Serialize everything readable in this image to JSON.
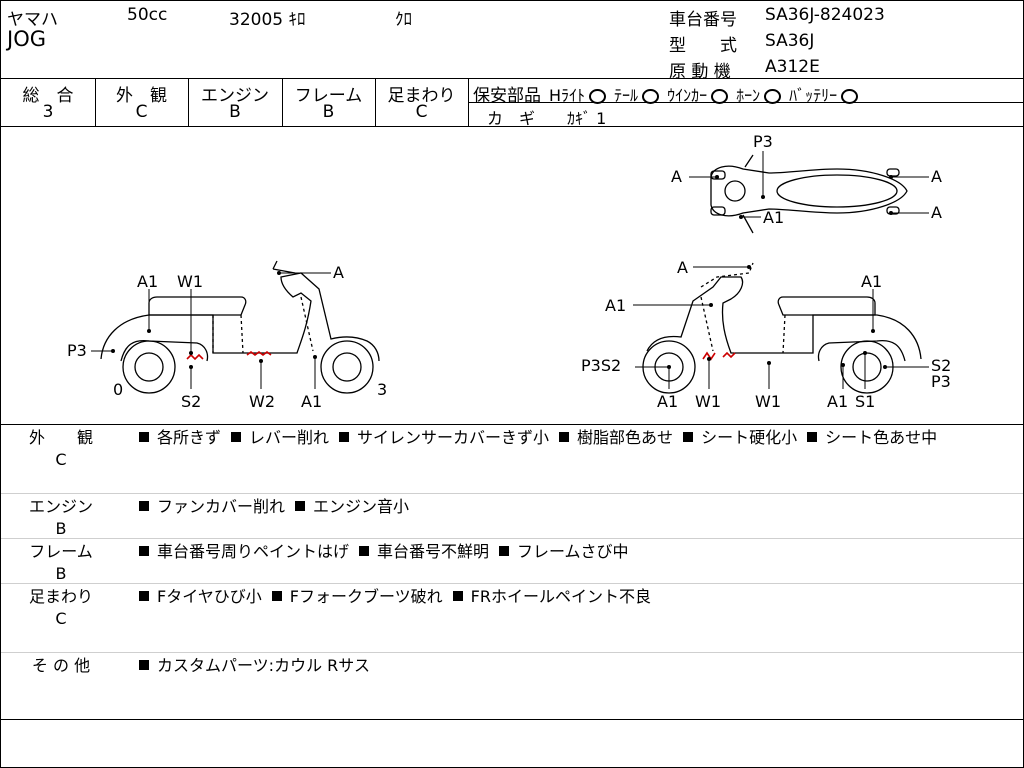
{
  "header": {
    "maker": "ヤマハ",
    "displacement": "50cc",
    "mileage": "32005 ｷﾛ",
    "color": "ｸﾛ",
    "model_name": "JOG",
    "frame_number_label": "車台番号",
    "frame_number": "SA36J-824023",
    "type_label": "型　　式",
    "type_value": "SA36J",
    "engine_label": "原 動 機",
    "engine_value": "A312E"
  },
  "grades": [
    {
      "label": "総　合",
      "value": "3"
    },
    {
      "label": "外　観",
      "value": "C"
    },
    {
      "label": "エンジン",
      "value": "B"
    },
    {
      "label": "フレーム",
      "value": "B"
    },
    {
      "label": "足まわり",
      "value": "C"
    }
  ],
  "safety": {
    "title": "保安部品",
    "items": [
      {
        "label": "Hﾗｲﾄ"
      },
      {
        "label": "ﾃｰﾙ"
      },
      {
        "label": "ｳｲﾝｶｰ"
      },
      {
        "label": "ﾎｰﾝ"
      },
      {
        "label": "ﾊﾞｯﾃﾘｰ"
      }
    ],
    "key_label": "カ　ギ",
    "key_value": "ｶｷﾞ 1"
  },
  "diagram": {
    "left_view": {
      "labels": [
        "A1",
        "W1",
        "A",
        "P3",
        "0",
        "S2",
        "W2",
        "A1",
        "3"
      ]
    },
    "right_view": {
      "labels": [
        "A",
        "A1",
        "A1",
        "P3S2",
        "A1",
        "W1",
        "W1",
        "A1",
        "S1",
        "S2",
        "P3"
      ]
    },
    "top_view": {
      "labels": [
        "P3",
        "A",
        "A",
        "A",
        "A1"
      ]
    },
    "damage_color": "#cc0000"
  },
  "sections": [
    {
      "label": "外　　観",
      "grade": "C",
      "items": [
        "各所きず",
        "レバー削れ",
        "サイレンサーカバーきず小",
        "樹脂部色あせ",
        "シート硬化小",
        "シート色あせ中"
      ]
    },
    {
      "label": "エンジン",
      "grade": "B",
      "items": [
        "ファンカバー削れ",
        "エンジン音小"
      ]
    },
    {
      "label": "フレーム",
      "grade": "B",
      "items": [
        "車台番号周りペイントはげ",
        "車台番号不鮮明",
        "フレームさび中"
      ]
    },
    {
      "label": "足まわり",
      "grade": "C",
      "items": [
        "Fタイヤひび小",
        "Fフォークブーツ破れ",
        "FRホイールペイント不良"
      ]
    },
    {
      "label": "そ の 他",
      "grade": "",
      "items": [
        "カスタムパーツ:カウル Rサス"
      ]
    }
  ]
}
